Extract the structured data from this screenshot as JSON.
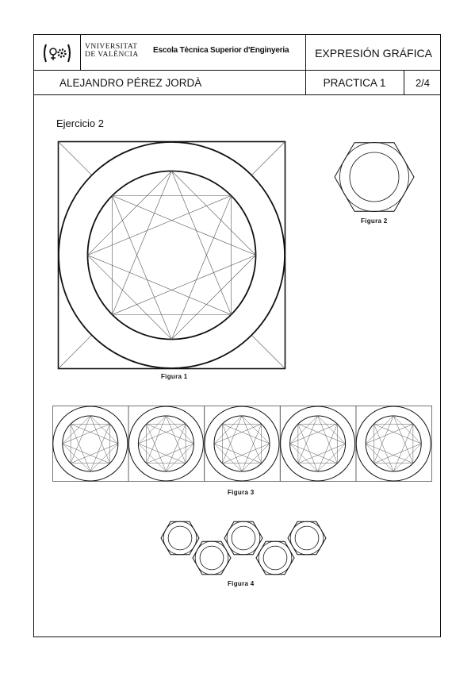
{
  "header": {
    "university": [
      "VNIVERSITAT",
      "DE VALÈNCIA"
    ],
    "school": "Escola Tècnica Superior d'Enginyeria",
    "subject": "EXPRESIÓN GRÁFICA",
    "author": "ALEJANDRO PÉREZ JORDÀ",
    "practice": "PRACTICA 1",
    "page": "2/4"
  },
  "content": {
    "exercise_title": "Ejercicio 2",
    "figures": [
      {
        "caption": "Figura 1",
        "icon": "octagram-in-circles-in-square"
      },
      {
        "caption": "Figura 2",
        "icon": "hexagon-nut"
      },
      {
        "caption": "Figura 3",
        "icon": "repeated-octagram-tiles",
        "count": 5
      },
      {
        "caption": "Figura 4",
        "icon": "chain-of-hexagon-nuts",
        "count": 5
      }
    ]
  },
  "colors": {
    "ink": "#111111",
    "thin_line": "#555555",
    "paper": "#ffffff"
  }
}
